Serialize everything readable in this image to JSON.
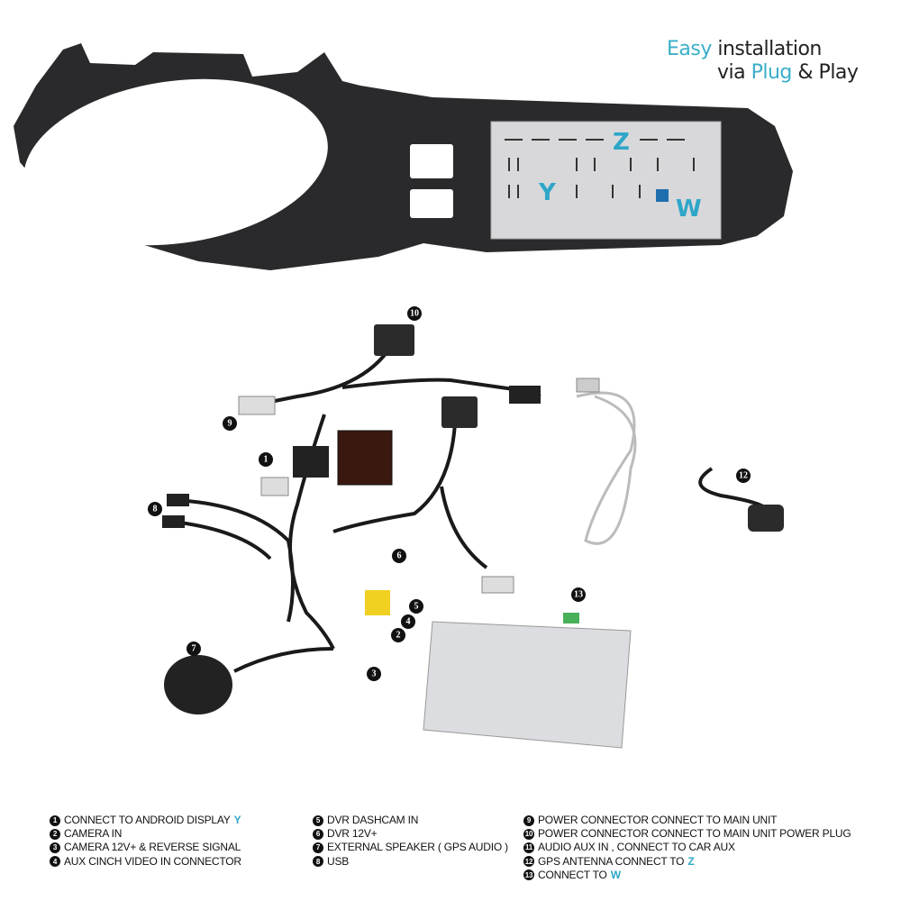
{
  "headline": {
    "line1_accent": "Easy",
    "line1_rest": " installation",
    "line2_pre": "via ",
    "line2_accent": "Plug",
    "line2_rest": " & Play"
  },
  "plate_labels": {
    "y": "Y",
    "z": "Z",
    "w": "W"
  },
  "callouts": {
    "c1": "1",
    "c2": "2",
    "c3": "3",
    "c4": "4",
    "c5": "5",
    "c6": "6",
    "c7": "7",
    "c8": "8",
    "c9": "9",
    "c10": "10",
    "c12": "12",
    "c13": "13"
  },
  "legend": {
    "col1": [
      {
        "n": "1",
        "text": "CONNECT TO ANDROID DISPLAY",
        "hl": "Y"
      },
      {
        "n": "2",
        "text": "CAMERA IN"
      },
      {
        "n": "3",
        "text": "CAMERA 12V+ & REVERSE SIGNAL"
      },
      {
        "n": "4",
        "text": "AUX CINCH VIDEO IN CONNECTOR"
      }
    ],
    "col2": [
      {
        "n": "5",
        "text": "DVR DASHCAM IN"
      },
      {
        "n": "6",
        "text": "DVR 12V+"
      },
      {
        "n": "7",
        "text": "EXTERNAL SPEAKER ( GPS AUDIO )"
      },
      {
        "n": "8",
        "text": "USB"
      }
    ],
    "col3": [
      {
        "n": "9",
        "text": "POWER CONNECTOR CONNECT TO MAIN UNIT"
      },
      {
        "n": "10",
        "text": "POWER CONNECTOR CONNECT TO MAIN UNIT POWER PLUG"
      },
      {
        "n": "11",
        "text": "AUDIO AUX IN , CONNECT TO CAR AUX"
      },
      {
        "n": "12",
        "text": "GPS ANTENNA CONNECT TO",
        "hl": "Z"
      },
      {
        "n": "13",
        "text": "CONNECT TO",
        "hl": "W"
      }
    ]
  },
  "colors": {
    "accent": "#2fa6c8",
    "frame": "#2a2a2c"
  }
}
